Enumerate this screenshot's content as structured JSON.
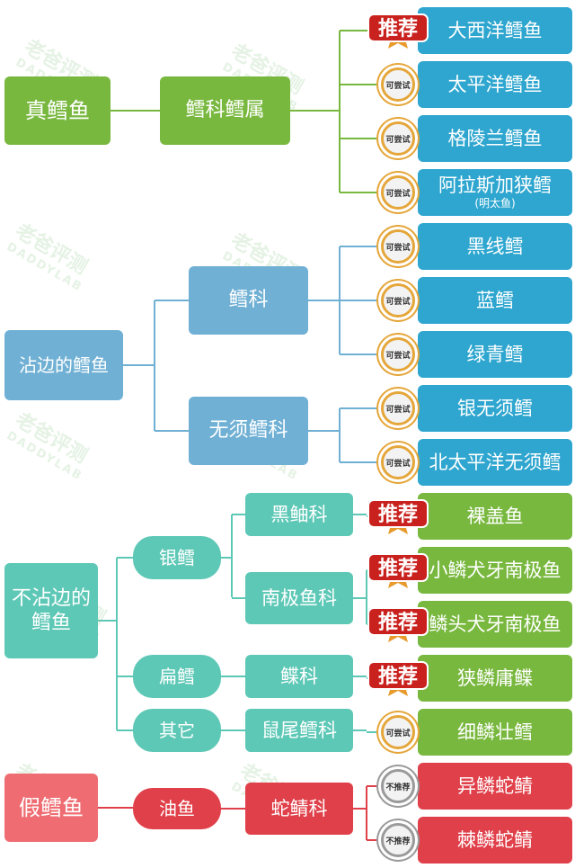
{
  "watermark": {
    "brand_cn": "老爸评测",
    "brand_en": "DADDYLAB"
  },
  "badges": {
    "recommend": "推荐",
    "try": "可尝试",
    "not_recommend": "不推荐"
  },
  "colors": {
    "green": "#79b83f",
    "blue": "#2ea6cf",
    "steel": "#5ba3cc",
    "teal": "#5ec8b6",
    "teal_dark": "#3aa99a",
    "red": "#e0404a",
    "red_soft": "#ef6d72"
  },
  "groups": [
    {
      "name": "真鳕鱼",
      "color": "green",
      "mid": [
        {
          "name": "鳕科鳕属",
          "leaves": [
            {
              "name": "大西洋鳕鱼",
              "badge": "recommend"
            },
            {
              "name": "太平洋鳕鱼",
              "badge": "try"
            },
            {
              "name": "格陵兰鳕鱼",
              "badge": "try"
            },
            {
              "name": "阿拉斯加狭鳕",
              "note": "(明太鱼)",
              "badge": "try"
            }
          ]
        }
      ]
    },
    {
      "name": "沾边的鳕鱼",
      "color": "steel",
      "mid": [
        {
          "name": "鳕科",
          "leaves": [
            {
              "name": "黑线鳕",
              "badge": "try"
            },
            {
              "name": "蓝鳕",
              "badge": "try"
            },
            {
              "name": "绿青鳕",
              "badge": "try"
            }
          ]
        },
        {
          "name": "无须鳕科",
          "leaves": [
            {
              "name": "银无须鳕",
              "badge": "try"
            },
            {
              "name": "北太平洋无须鳕",
              "badge": "try"
            }
          ]
        }
      ]
    },
    {
      "name": "不沾边的鳕鱼",
      "color": "teal",
      "mid": [
        {
          "name": "银鳕",
          "sub": [
            {
              "name": "黑鲉科",
              "leaves": [
                {
                  "name": "裸盖鱼",
                  "badge": "recommend"
                }
              ]
            },
            {
              "name": "南极鱼科",
              "leaves": [
                {
                  "name": "小鳞犬牙南极鱼",
                  "badge": "recommend"
                },
                {
                  "name": "鳞头犬牙南极鱼",
                  "badge": "recommend"
                }
              ]
            }
          ]
        },
        {
          "name": "扁鳕",
          "sub": [
            {
              "name": "鲽科",
              "leaves": [
                {
                  "name": "狭鳞庸鲽",
                  "badge": "recommend"
                }
              ]
            }
          ]
        },
        {
          "name": "其它",
          "sub": [
            {
              "name": "鼠尾鳕科",
              "leaves": [
                {
                  "name": "细鳞壮鳕",
                  "badge": "try"
                }
              ]
            }
          ]
        }
      ]
    },
    {
      "name": "假鳕鱼",
      "color": "red",
      "mid": [
        {
          "name": "油鱼",
          "sub": [
            {
              "name": "蛇鲭科",
              "leaves": [
                {
                  "name": "异鳞蛇鲭",
                  "badge": "not_recommend"
                },
                {
                  "name": "棘鳞蛇鲭",
                  "badge": "not_recommend"
                }
              ]
            }
          ]
        }
      ]
    }
  ]
}
